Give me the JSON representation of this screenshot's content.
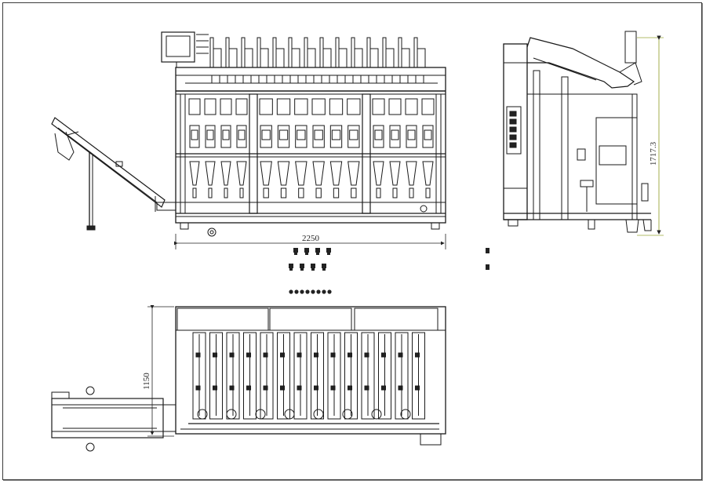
{
  "drawing": {
    "front_view": {
      "width_dimension": "2250"
    },
    "side_view": {
      "height_dimension": "1717.3"
    },
    "top_view": {
      "depth_dimension": "1150"
    }
  },
  "colors": {
    "line": "#1a1a1a",
    "dimension_line_side": "#9aa63a",
    "background": "#ffffff"
  }
}
